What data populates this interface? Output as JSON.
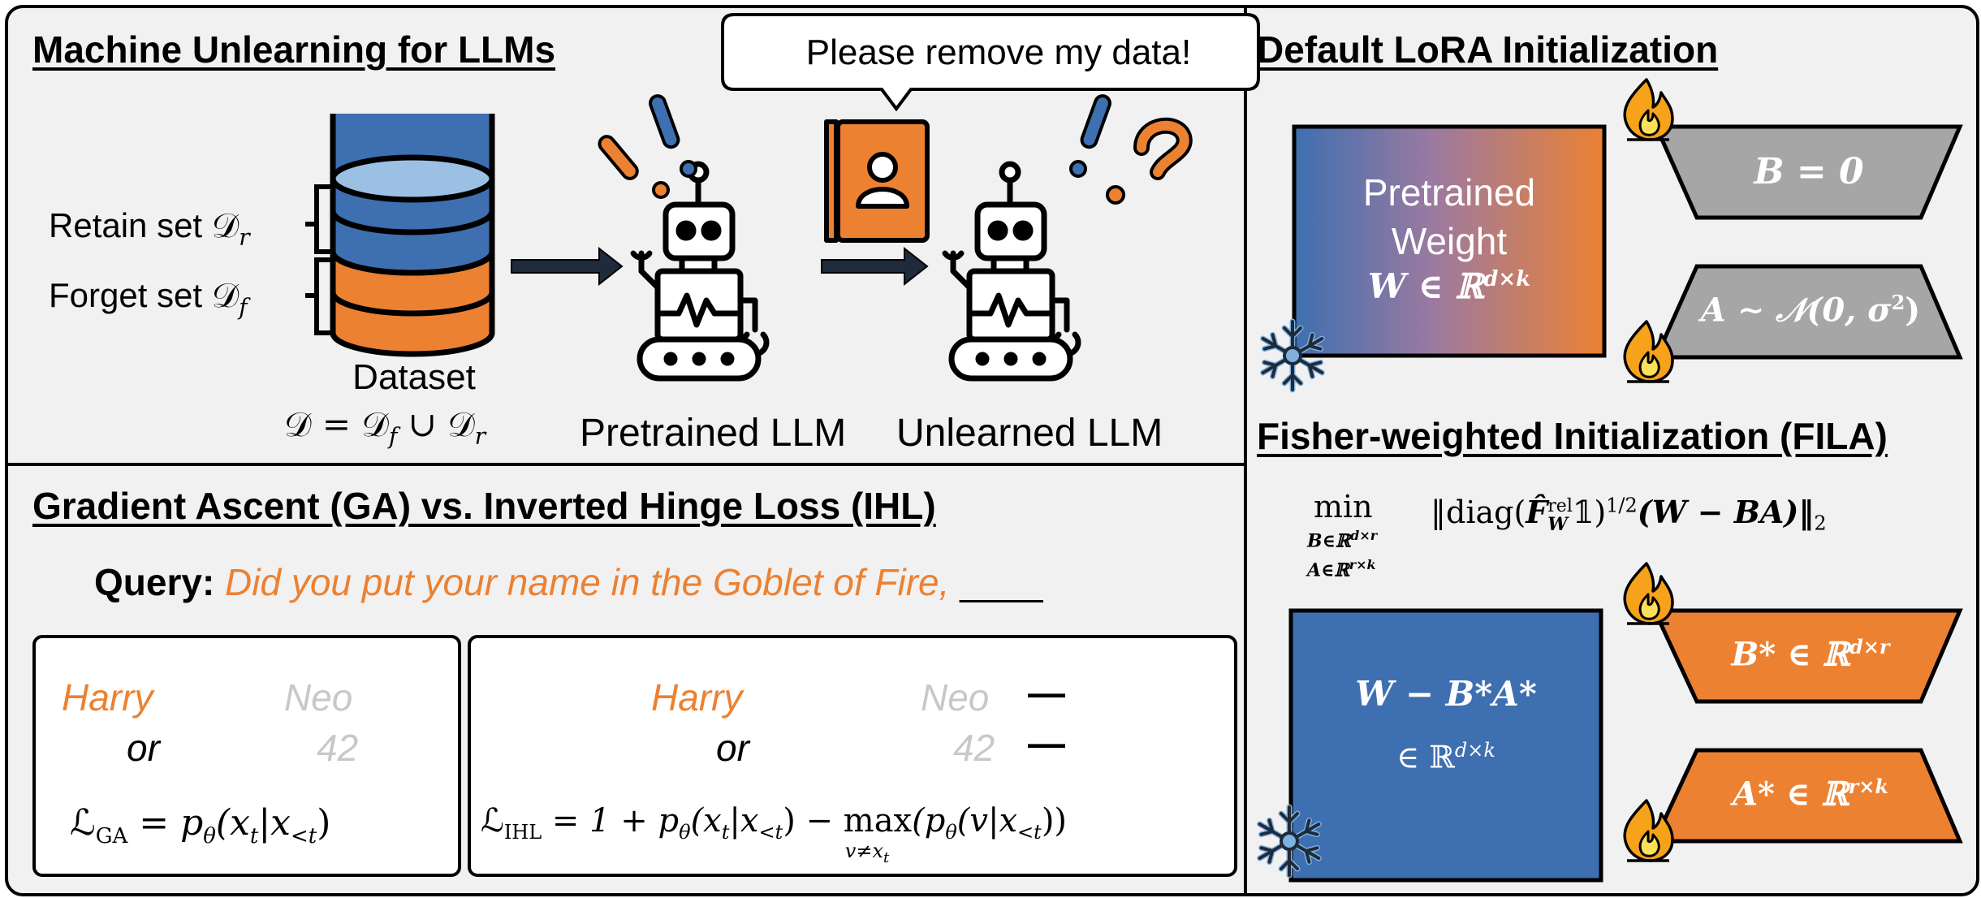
{
  "panels": {
    "machine_unlearning": {
      "title": "Machine Unlearning for LLMs",
      "speech": "Please remove my data!",
      "retain_label": "Retain set 𝒟",
      "retain_sub": "r",
      "forget_label": "Forget set 𝒟",
      "forget_sub": "f",
      "dataset_label": "Dataset",
      "dataset_eq": "𝒟 = 𝒟",
      "dataset_eq_sub1": "f",
      "dataset_eq_mid": " ∪ 𝒟",
      "dataset_eq_sub2": "r",
      "pretrained_llm": "Pretrained LLM",
      "unlearned_llm": "Unlearned LLM"
    },
    "ga_vs_ihl": {
      "title": "Gradient Ascent (GA) vs. Inverted Hinge Loss (IHL)",
      "query_label": "Query:",
      "query_text": "Did you put your name in the Goblet of Fire,",
      "blank": "____",
      "ga": {
        "word1": "Harry",
        "word2": "or",
        "word3": "Neo",
        "word4": "42",
        "loss_lhs": "ℒ",
        "loss_lhs_sub": "GA",
        "loss_rhs": " = p",
        "loss_theta": "θ",
        "loss_rest": "(x",
        "loss_t": "t",
        "loss_cond": "|x",
        "loss_lt": "<t",
        "loss_close": ")"
      },
      "ihl": {
        "word1": "Harry",
        "word2": "or",
        "word3": "Neo",
        "word4": "42",
        "dash1": "—",
        "dash2": "—",
        "loss_lhs": "ℒ",
        "loss_lhs_sub": "IHL",
        "loss_a": " = 1 + p",
        "loss_theta": "θ",
        "loss_b": "(x",
        "loss_t": "t",
        "loss_c": "|x",
        "loss_lt": "<t",
        "loss_d": ") − ",
        "max": "max",
        "max_sub": "v≠x",
        "max_sub_t": "t",
        "loss_e": "(p",
        "loss_theta2": "θ",
        "loss_f": "(v|x",
        "loss_lt2": "<t",
        "loss_g": "))"
      }
    },
    "default_lora": {
      "title": "Default LoRA Initialization",
      "weight_line1": "Pretrained",
      "weight_line2": "Weight",
      "weight_eq": "W ∈ ℝ",
      "weight_eq_sup": "d×k",
      "b_eq": "B = 0",
      "a_eq": "A ∼ 𝒩(0, σ",
      "a_eq_sup": "2",
      "a_eq_close": ")"
    },
    "fila": {
      "title": "Fisher-weighted Initialization (FILA)",
      "min": "min",
      "min_sub1": "B∈ℝ",
      "min_sub1_sup": "d×r",
      "min_sub2": "A∈ℝ",
      "min_sub2_sup": "r×k",
      "norm_open": "‖diag(",
      "fisher": "F̂",
      "fisher_sup": "rel",
      "fisher_sub": "W",
      "one": "𝟙",
      "half": "1/2",
      "norm_body": "(W − BA)‖",
      "norm_sub": "2",
      "residual": "W − B*A*",
      "residual_space": "∈ ℝ",
      "residual_space_sup": "d×k",
      "b_star": "B* ∈ ℝ",
      "b_star_sup": "d×r",
      "a_star": "A* ∈ ℝ",
      "a_star_sup": "r×k"
    }
  },
  "colors": {
    "blue": "#3e6fb0",
    "orange": "#ec8132",
    "gray": "#a6a6a6",
    "red_arrow": "#d2332f",
    "green_arrow": "#4f9a37",
    "query_orange": "#ec8132",
    "light_text": "#c8c8c8",
    "ice": "#7fb1df",
    "navy": "#1f2a3a"
  },
  "icons": [
    "snowflake-icon",
    "fire-icon",
    "robot-icon",
    "contact-book-icon",
    "database-icon",
    "question-mark-icon",
    "exclamation-icon",
    "arrow-up-icon",
    "arrow-down-icon",
    "arrow-right-icon"
  ]
}
